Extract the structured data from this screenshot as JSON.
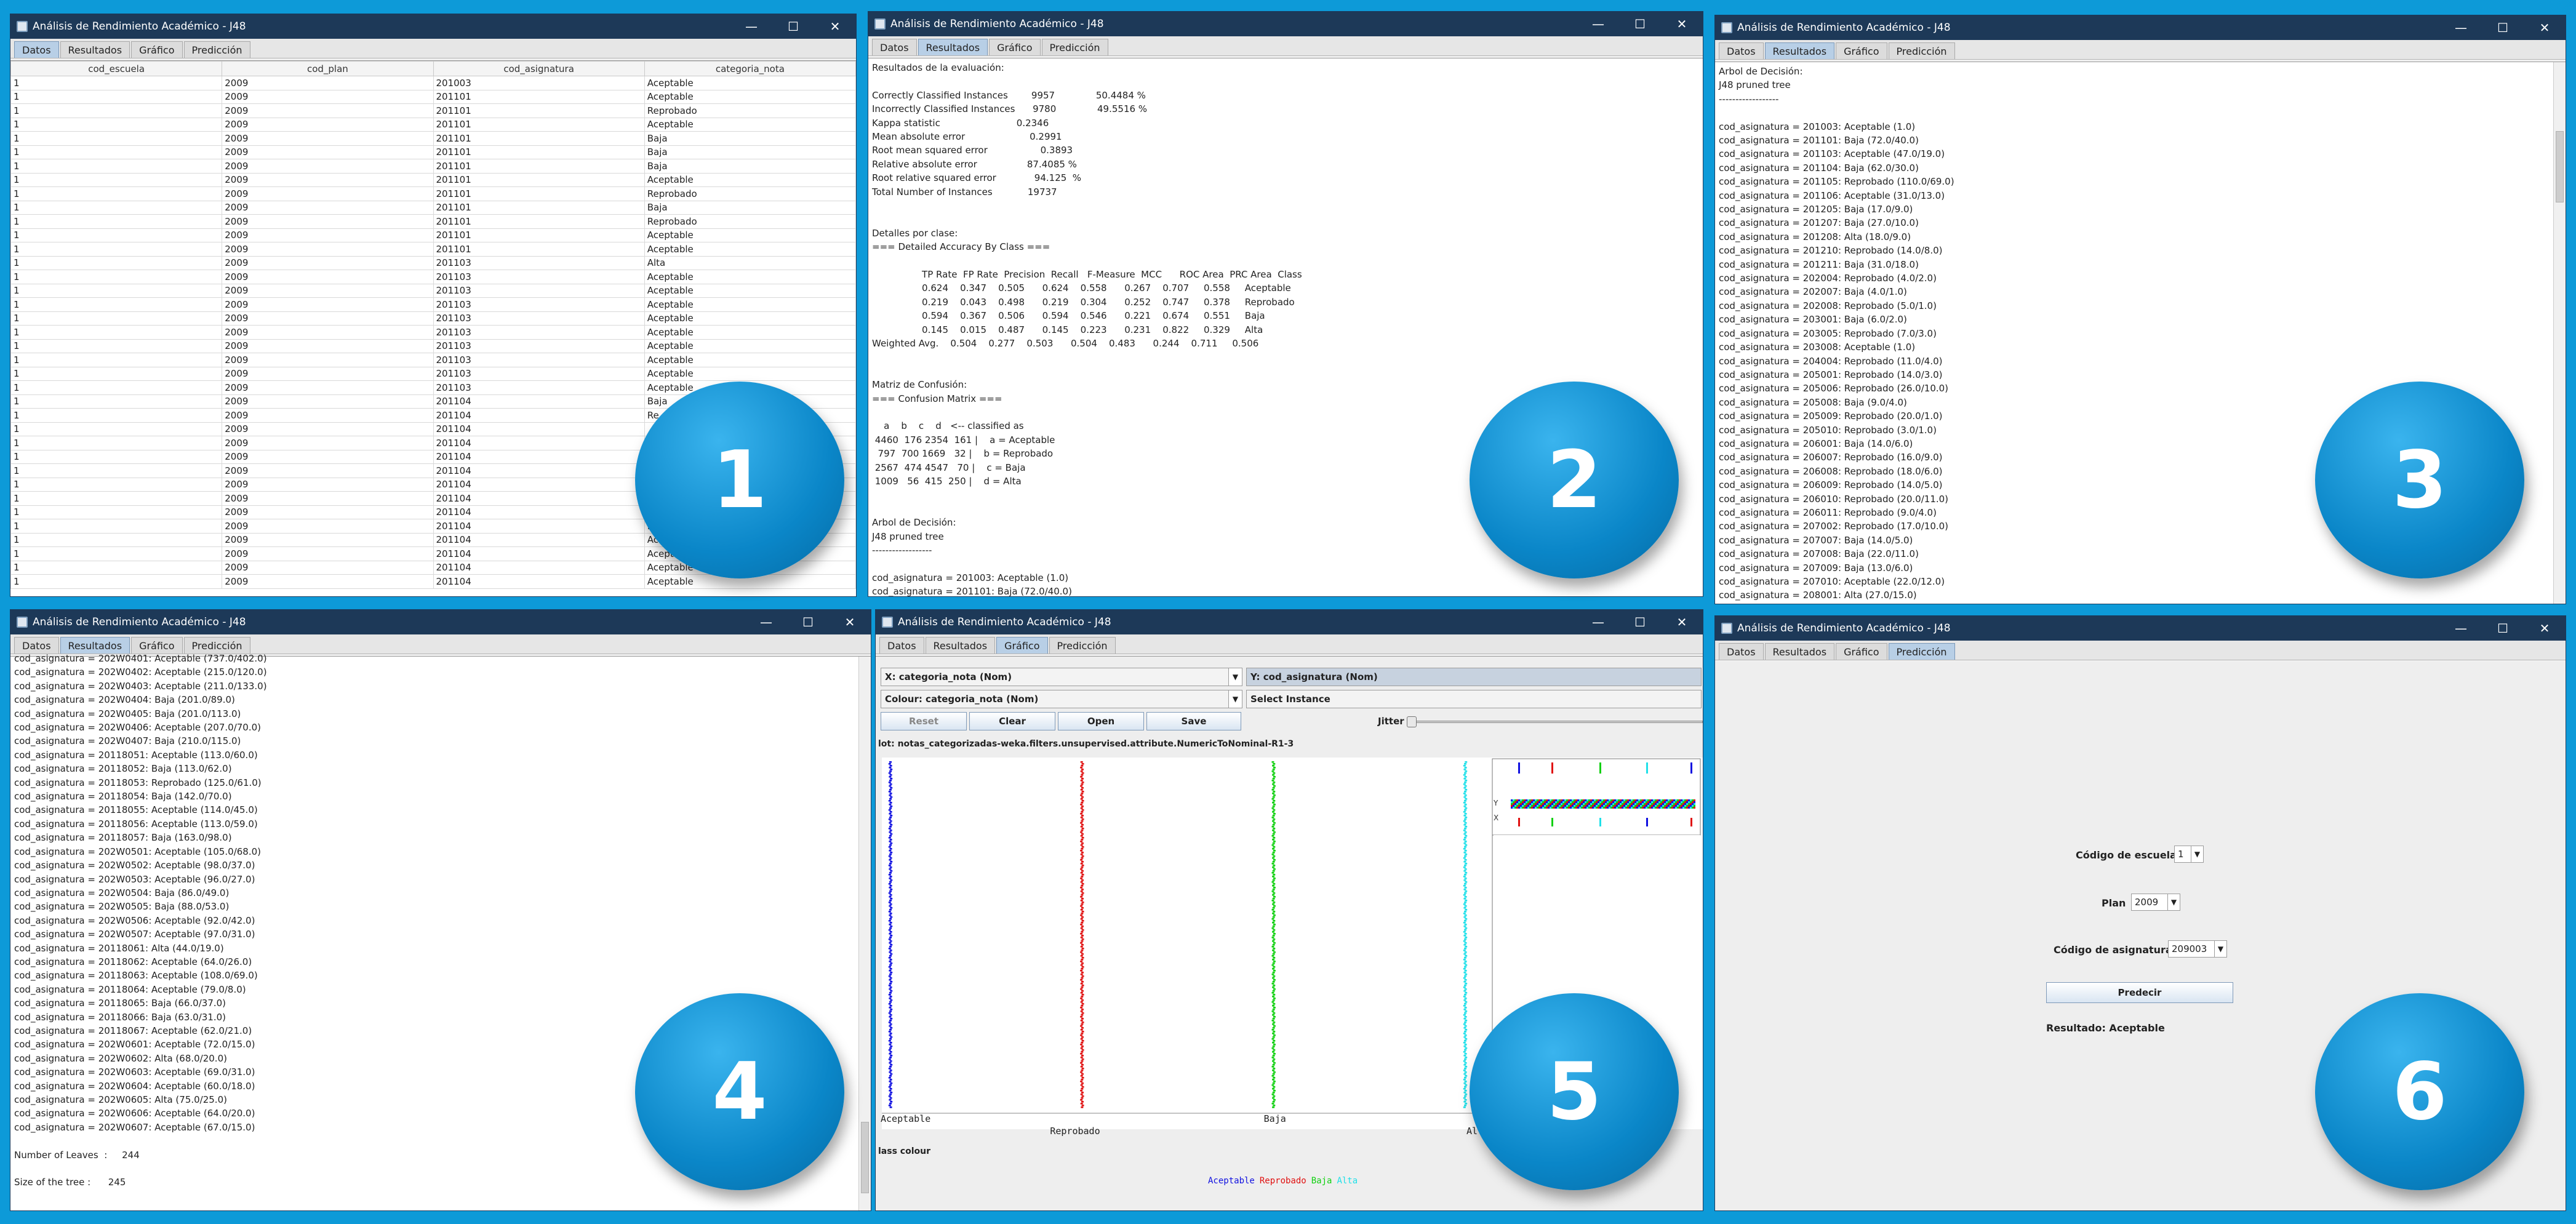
{
  "window_title": "Análisis de Rendimiento Académico - J48",
  "tabs": [
    "Datos",
    "Resultados",
    "Gráfico",
    "Predicción"
  ],
  "badges": [
    "1",
    "2",
    "3",
    "4",
    "5",
    "6"
  ],
  "panel1": {
    "columns": [
      "cod_escuela",
      "cod_plan",
      "cod_asignatura",
      "categoria_nota"
    ],
    "rows": [
      [
        "1",
        "2009",
        "201003",
        "Aceptable"
      ],
      [
        "1",
        "2009",
        "201101",
        "Aceptable"
      ],
      [
        "1",
        "2009",
        "201101",
        "Reprobado"
      ],
      [
        "1",
        "2009",
        "201101",
        "Aceptable"
      ],
      [
        "1",
        "2009",
        "201101",
        "Baja"
      ],
      [
        "1",
        "2009",
        "201101",
        "Baja"
      ],
      [
        "1",
        "2009",
        "201101",
        "Baja"
      ],
      [
        "1",
        "2009",
        "201101",
        "Aceptable"
      ],
      [
        "1",
        "2009",
        "201101",
        "Reprobado"
      ],
      [
        "1",
        "2009",
        "201101",
        "Baja"
      ],
      [
        "1",
        "2009",
        "201101",
        "Reprobado"
      ],
      [
        "1",
        "2009",
        "201101",
        "Aceptable"
      ],
      [
        "1",
        "2009",
        "201101",
        "Aceptable"
      ],
      [
        "1",
        "2009",
        "201103",
        "Alta"
      ],
      [
        "1",
        "2009",
        "201103",
        "Aceptable"
      ],
      [
        "1",
        "2009",
        "201103",
        "Aceptable"
      ],
      [
        "1",
        "2009",
        "201103",
        "Aceptable"
      ],
      [
        "1",
        "2009",
        "201103",
        "Aceptable"
      ],
      [
        "1",
        "2009",
        "201103",
        "Aceptable"
      ],
      [
        "1",
        "2009",
        "201103",
        "Aceptable"
      ],
      [
        "1",
        "2009",
        "201103",
        "Aceptable"
      ],
      [
        "1",
        "2009",
        "201103",
        "Aceptable"
      ],
      [
        "1",
        "2009",
        "201103",
        "Aceptable"
      ],
      [
        "1",
        "2009",
        "201104",
        "Baja"
      ],
      [
        "1",
        "2009",
        "201104",
        "Re"
      ],
      [
        "1",
        "2009",
        "201104",
        ""
      ],
      [
        "1",
        "2009",
        "201104",
        ""
      ],
      [
        "1",
        "2009",
        "201104",
        ""
      ],
      [
        "1",
        "2009",
        "201104",
        ""
      ],
      [
        "1",
        "2009",
        "201104",
        ""
      ],
      [
        "1",
        "2009",
        "201104",
        ""
      ],
      [
        "1",
        "2009",
        "201104",
        ""
      ],
      [
        "1",
        "2009",
        "201104",
        "Ba"
      ],
      [
        "1",
        "2009",
        "201104",
        "Acepta"
      ],
      [
        "1",
        "2009",
        "201104",
        "Aceptable"
      ],
      [
        "1",
        "2009",
        "201104",
        "Aceptable"
      ],
      [
        "1",
        "2009",
        "201104",
        "Aceptable"
      ]
    ]
  },
  "panel2": {
    "lines": [
      "Resultados de la evaluación:",
      "",
      "Correctly Classified Instances        9957              50.4484 %",
      "Incorrectly Classified Instances      9780              49.5516 %",
      "Kappa statistic                          0.2346",
      "Mean absolute error                      0.2991",
      "Root mean squared error                  0.3893",
      "Relative absolute error                 87.4085 %",
      "Root relative squared error             94.125  %",
      "Total Number of Instances            19737",
      "",
      "",
      "Detalles por clase:",
      "=== Detailed Accuracy By Class ===",
      "",
      "                 TP Rate  FP Rate  Precision  Recall   F-Measure  MCC      ROC Area  PRC Area  Class",
      "                 0.624    0.347    0.505      0.624    0.558      0.267    0.707     0.558     Aceptable",
      "                 0.219    0.043    0.498      0.219    0.304      0.252    0.747     0.378     Reprobado",
      "                 0.594    0.367    0.506      0.594    0.546      0.221    0.674     0.551     Baja",
      "                 0.145    0.015    0.487      0.145    0.223      0.231    0.822     0.329     Alta",
      "Weighted Avg.    0.504    0.277    0.503      0.504    0.483      0.244    0.711     0.506",
      "",
      "",
      "Matriz de Confusión:",
      "=== Confusion Matrix ===",
      "",
      "    a    b    c    d   <-- classified as",
      " 4460  176 2354  161 |    a = Aceptable",
      "  797  700 1669   32 |    b = Reprobado",
      " 2567  474 4547   70 |    c = Baja",
      " 1009   56  415  250 |    d = Alta",
      "",
      "",
      "Arbol de Decisión:",
      "J48 pruned tree",
      "------------------",
      "",
      "cod_asignatura = 201003: Aceptable (1.0)",
      "cod_asignatura = 201101: Baja (72.0/40.0)"
    ]
  },
  "panel3": {
    "lines": [
      "Arbol de Decisión:",
      "J48 pruned tree",
      "------------------",
      "",
      "cod_asignatura = 201003: Aceptable (1.0)",
      "cod_asignatura = 201101: Baja (72.0/40.0)",
      "cod_asignatura = 201103: Aceptable (47.0/19.0)",
      "cod_asignatura = 201104: Baja (62.0/30.0)",
      "cod_asignatura = 201105: Reprobado (110.0/69.0)",
      "cod_asignatura = 201106: Aceptable (31.0/13.0)",
      "cod_asignatura = 201205: Baja (17.0/9.0)",
      "cod_asignatura = 201207: Baja (27.0/10.0)",
      "cod_asignatura = 201208: Alta (18.0/9.0)",
      "cod_asignatura = 201210: Reprobado (14.0/8.0)",
      "cod_asignatura = 201211: Baja (31.0/18.0)",
      "cod_asignatura = 202004: Reprobado (4.0/2.0)",
      "cod_asignatura = 202007: Baja (4.0/1.0)",
      "cod_asignatura = 202008: Reprobado (5.0/1.0)",
      "cod_asignatura = 203001: Baja (6.0/2.0)",
      "cod_asignatura = 203005: Reprobado (7.0/3.0)",
      "cod_asignatura = 203008: Aceptable (1.0)",
      "cod_asignatura = 204004: Reprobado (11.0/4.0)",
      "cod_asignatura = 205001: Reprobado (14.0/3.0)",
      "cod_asignatura = 205006: Reprobado (26.0/10.0)",
      "cod_asignatura = 205008: Baja (9.0/4.0)",
      "cod_asignatura = 205009: Reprobado (20.0/1.0)",
      "cod_asignatura = 205010: Reprobado (3.0/1.0)",
      "cod_asignatura = 206001: Baja (14.0/6.0)",
      "cod_asignatura = 206007: Reprobado (16.0/9.0)",
      "cod_asignatura = 206008: Reprobado (18.0/6.0)",
      "cod_asignatura = 206009: Reprobado (14.0/5.0)",
      "cod_asignatura = 206010: Reprobado (20.0/11.0)",
      "cod_asignatura = 206011: Reprobado (9.0/4.0)",
      "cod_asignatura = 207002: Reprobado (17.0/10.0)",
      "cod_asignatura = 207007: Baja (14.0/5.0)",
      "cod_asignatura = 207008: Baja (22.0/11.0)",
      "cod_asignatura = 207009: Baja (13.0/6.0)",
      "cod_asignatura = 207010: Aceptable (22.0/12.0)",
      "cod_asignatura = 208001: Alta (27.0/15.0)"
    ]
  },
  "panel4": {
    "lines": [
      "cod_asignatura = 202W0401: Aceptable (737.0/402.0)",
      "cod_asignatura = 202W0402: Aceptable (215.0/120.0)",
      "cod_asignatura = 202W0403: Aceptable (211.0/133.0)",
      "cod_asignatura = 202W0404: Baja (201.0/89.0)",
      "cod_asignatura = 202W0405: Baja (201.0/113.0)",
      "cod_asignatura = 202W0406: Aceptable (207.0/70.0)",
      "cod_asignatura = 202W0407: Baja (210.0/115.0)",
      "cod_asignatura = 20118051: Aceptable (113.0/60.0)",
      "cod_asignatura = 20118052: Baja (113.0/62.0)",
      "cod_asignatura = 20118053: Reprobado (125.0/61.0)",
      "cod_asignatura = 20118054: Baja (142.0/70.0)",
      "cod_asignatura = 20118055: Aceptable (114.0/45.0)",
      "cod_asignatura = 20118056: Aceptable (113.0/59.0)",
      "cod_asignatura = 20118057: Baja (163.0/98.0)",
      "cod_asignatura = 202W0501: Aceptable (105.0/68.0)",
      "cod_asignatura = 202W0502: Aceptable (98.0/37.0)",
      "cod_asignatura = 202W0503: Aceptable (96.0/27.0)",
      "cod_asignatura = 202W0504: Baja (86.0/49.0)",
      "cod_asignatura = 202W0505: Baja (88.0/53.0)",
      "cod_asignatura = 202W0506: Aceptable (92.0/42.0)",
      "cod_asignatura = 202W0507: Aceptable (97.0/31.0)",
      "cod_asignatura = 20118061: Alta (44.0/19.0)",
      "cod_asignatura = 20118062: Aceptable (64.0/26.0)",
      "cod_asignatura = 20118063: Aceptable (108.0/69.0)",
      "cod_asignatura = 20118064: Aceptable (79.0/8.0)",
      "cod_asignatura = 20118065: Baja (66.0/37.0)",
      "cod_asignatura = 20118066: Baja (63.0/31.0)",
      "cod_asignatura = 20118067: Aceptable (62.0/21.0)",
      "cod_asignatura = 202W0601: Aceptable (72.0/15.0)",
      "cod_asignatura = 202W0602: Alta (68.0/20.0)",
      "cod_asignatura = 202W0603: Aceptable (69.0/31.0)",
      "cod_asignatura = 202W0604: Aceptable (60.0/18.0)",
      "cod_asignatura = 202W0605: Alta (75.0/25.0)",
      "cod_asignatura = 202W0606: Aceptable (64.0/20.0)",
      "cod_asignatura = 202W0607: Aceptable (67.0/15.0)",
      "",
      "Number of Leaves  :     244",
      "",
      "Size of the tree :      245"
    ]
  },
  "panel5": {
    "x_axis": "X: categoria_nota (Nom)",
    "y_axis": "Y: cod_asignatura (Nom)",
    "colour": "Colour: categoria_nota (Nom)",
    "select_instance": "Select Instance",
    "buttons": [
      "Reset",
      "Clear",
      "Open",
      "Save"
    ],
    "jitter_label": "Jitter",
    "plot_title": "lot: notas_categorizadas-weka.filters.unsupervised.attribute.NumericToNominal-R1-3",
    "class_colour_label": "lass colour",
    "classes": [
      {
        "name": "Aceptable",
        "color": "#1010e0"
      },
      {
        "name": "Reprobado",
        "color": "#e01010"
      },
      {
        "name": "Baja",
        "color": "#10d010"
      },
      {
        "name": "Alta",
        "color": "#20e0e8"
      }
    ],
    "axis_labels": [
      "Aceptable",
      "Reprobado",
      "Baja",
      "Alta"
    ],
    "mini_axis_letters": [
      "Y",
      "X"
    ]
  },
  "panel6": {
    "school_label": "Código de escuela",
    "school_value": "1",
    "plan_label": "Plan",
    "plan_value": "2009",
    "subject_label": "Código de asignatura",
    "subject_value": "209003",
    "predict_button": "Predecir",
    "result": "Resultado: Aceptable"
  }
}
